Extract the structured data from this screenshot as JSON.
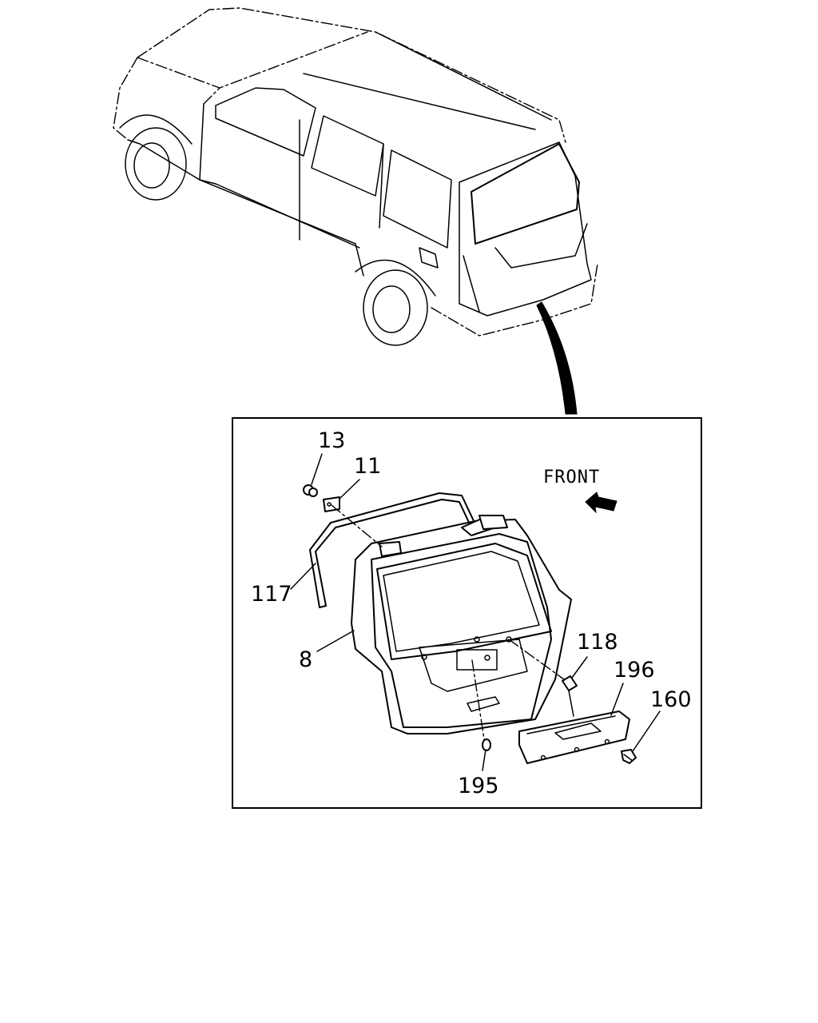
{
  "diagram": {
    "direction_label": "FRONT",
    "callouts": {
      "c13": "13",
      "c11": "11",
      "c117": "117",
      "c8": "8",
      "c118": "118",
      "c196": "196",
      "c160": "160",
      "c195": "195"
    }
  }
}
